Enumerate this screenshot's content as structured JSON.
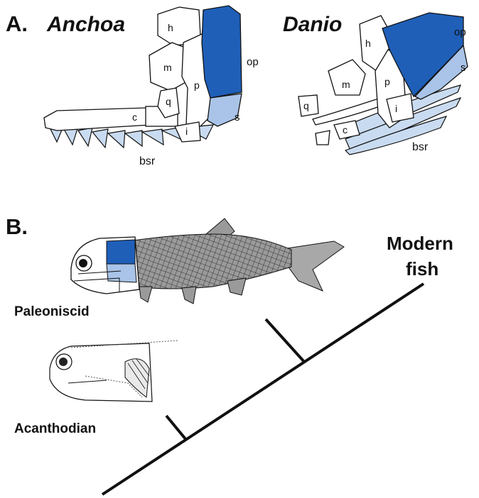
{
  "panel_a": {
    "letter": "A.",
    "left_title": "Anchoa",
    "right_title": "Danio",
    "labels": {
      "h": "h",
      "m": "m",
      "q": "q",
      "p": "p",
      "i": "i",
      "c": "c",
      "op": "op",
      "s": "s",
      "bsr": "bsr"
    }
  },
  "panel_b": {
    "letter": "B.",
    "modern_line1": "Modern",
    "modern_line2": "fish",
    "paleoniscid": "Paleoniscid",
    "acanthodian": "Acanthodian"
  },
  "colors": {
    "opercle": "#1f5fb8",
    "subopercle": "#a9c4e8",
    "branchiostegal": "#c9dbf0",
    "line": "#111111"
  }
}
